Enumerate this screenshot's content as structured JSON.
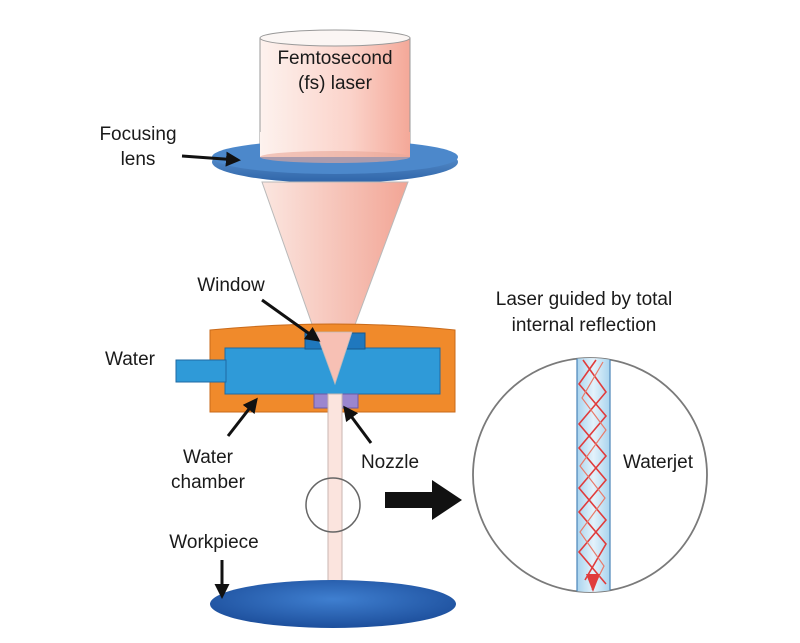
{
  "labels": {
    "laser_line1": "Femtosecond",
    "laser_line2": "(fs) laser",
    "lens_line1": "Focusing",
    "lens_line2": "lens",
    "window": "Window",
    "water": "Water",
    "chamber_line1": "Water",
    "chamber_line2": "chamber",
    "nozzle": "Nozzle",
    "workpiece": "Workpiece",
    "guided_line1": "Laser guided by total",
    "guided_line2": "internal reflection",
    "waterjet": "Waterjet"
  },
  "colors": {
    "lens_blue": "#3b7bc0",
    "water_blue": "#2f9ad8",
    "housing_orange": "#f0892a",
    "nozzle_purple": "#9b86cf",
    "laser_pink": "#f6b9ae",
    "reflection_red": "#e03c3c"
  }
}
